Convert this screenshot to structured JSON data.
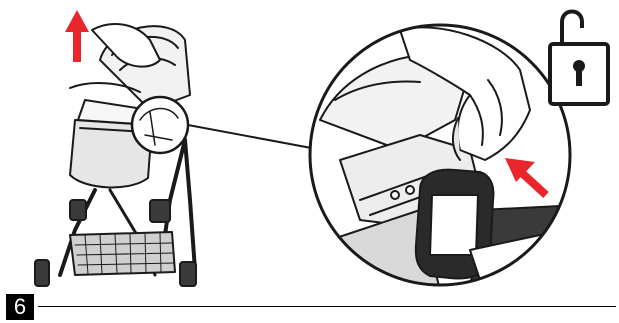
{
  "step": {
    "number": "6"
  },
  "icons": {
    "up_arrow": "red-up-arrow",
    "press_arrow": "red-diagonal-arrow",
    "unlock": "open-padlock-icon"
  },
  "colors": {
    "arrow": "#e8262b",
    "line": "#1a1a1a",
    "shade": "#d9d9d9",
    "dark_shade": "#3a3a3a"
  }
}
